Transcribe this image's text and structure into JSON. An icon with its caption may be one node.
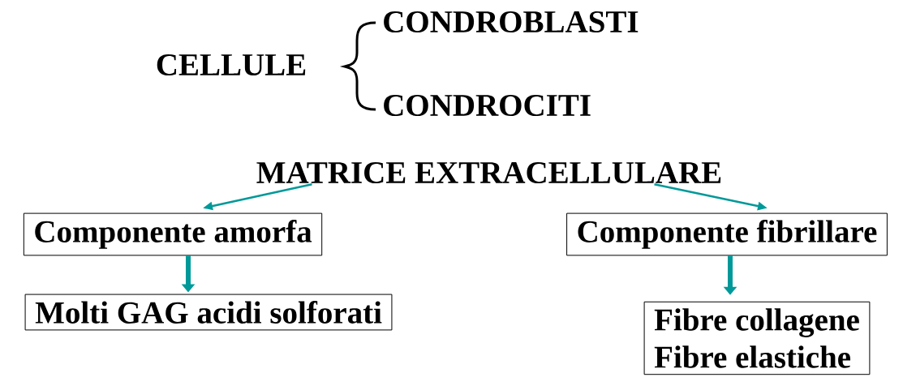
{
  "diagram": {
    "nodes": [
      {
        "text": [
          "MATRICE EXTRACELLULARE"
        ]
      },
      {
        "text": [
          "Componente amorfa"
        ]
      },
      {
        "text": [
          "Componente fibrillare"
        ]
      },
      {
        "text": [
          "Molti GAG acidi solforati"
        ]
      },
      {
        "text": [
          "Fibre collagene",
          "Fibre elastiche"
        ]
      }
    ],
    "edges": [
      {
        "from": 0,
        "to": 1,
        "arrow": "to"
      },
      {
        "from": 0,
        "to": 2,
        "arrow": "to"
      },
      {
        "from": 1,
        "to": 3,
        "arrow": "to",
        "style": "thick"
      },
      {
        "from": 2,
        "to": 4,
        "arrow": "to",
        "style": "thick"
      }
    ],
    "labels": [
      "CELLULE",
      "CONDROBLASTI",
      "CONDROCITI"
    ]
  }
}
